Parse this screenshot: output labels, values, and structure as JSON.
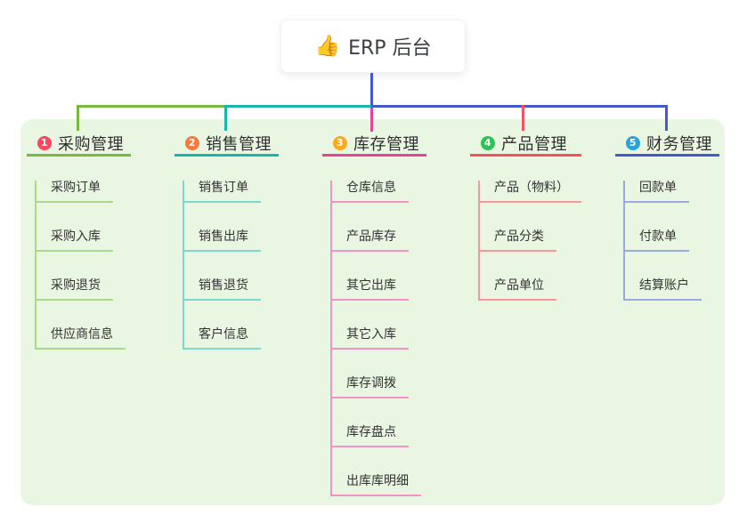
{
  "root": {
    "icon": "thumbs-up",
    "icon_glyph": "👍",
    "label": "ERP 后台"
  },
  "panel_color": "#e9f6e2",
  "connector_color": "#4459ce",
  "branches": [
    {
      "key": "purchase",
      "badge": "1",
      "label": "采购管理",
      "badge_color": "#f8495f",
      "line_color": "#7bb93e",
      "sub_line_color": "#abd88b",
      "children": [
        "采购订单",
        "采购入库",
        "采购退货",
        "供应商信息"
      ]
    },
    {
      "key": "sales",
      "badge": "2",
      "label": "销售管理",
      "badge_color": "#f47b3c",
      "line_color": "#18b6ae",
      "sub_line_color": "#7fd6cf",
      "children": [
        "销售订单",
        "销售出库",
        "销售退货",
        "客户信息"
      ]
    },
    {
      "key": "inventory",
      "badge": "3",
      "label": "库存管理",
      "badge_color": "#fcaa1b",
      "line_color": "#e7429c",
      "sub_line_color": "#f193c9",
      "children": [
        "仓库信息",
        "产品库存",
        "其它出库",
        "其它入库",
        "库存调拨",
        "库存盘点",
        "出库库明细"
      ]
    },
    {
      "key": "product",
      "badge": "4",
      "label": "产品管理",
      "badge_color": "#2ec155",
      "line_color": "#f7515f",
      "sub_line_color": "#f9959e",
      "children": [
        "产品（物料）",
        "产品分类",
        "产品单位"
      ]
    },
    {
      "key": "finance",
      "badge": "5",
      "label": "财务管理",
      "badge_color": "#28a3dc",
      "line_color": "#4459ce",
      "sub_line_color": "#98abe0",
      "children": [
        "回款单",
        "付款单",
        "结算账户"
      ]
    }
  ]
}
